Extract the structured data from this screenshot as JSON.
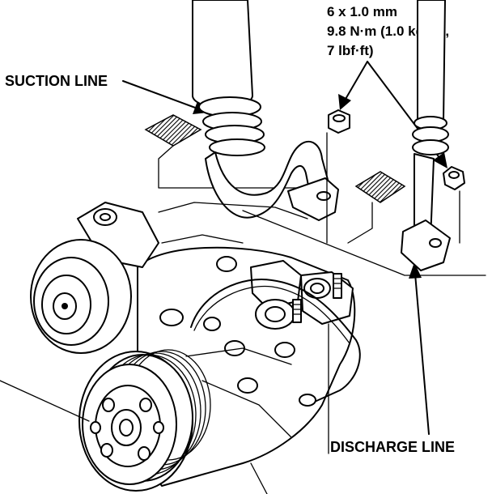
{
  "labels": {
    "bolt_size": "6 x 1.0 mm",
    "torque_line1": "9.8 N·m (1.0 kgf·m,",
    "torque_line2": "7 lbf·ft)",
    "suction_line": "SUCTION LINE",
    "discharge_line": "DISCHARGE LINE"
  },
  "colors": {
    "ink": "#000000",
    "paper": "#ffffff"
  },
  "icons": [
    "hatch-marker-icon",
    "nut-icon",
    "stud-bolt-icon"
  ]
}
